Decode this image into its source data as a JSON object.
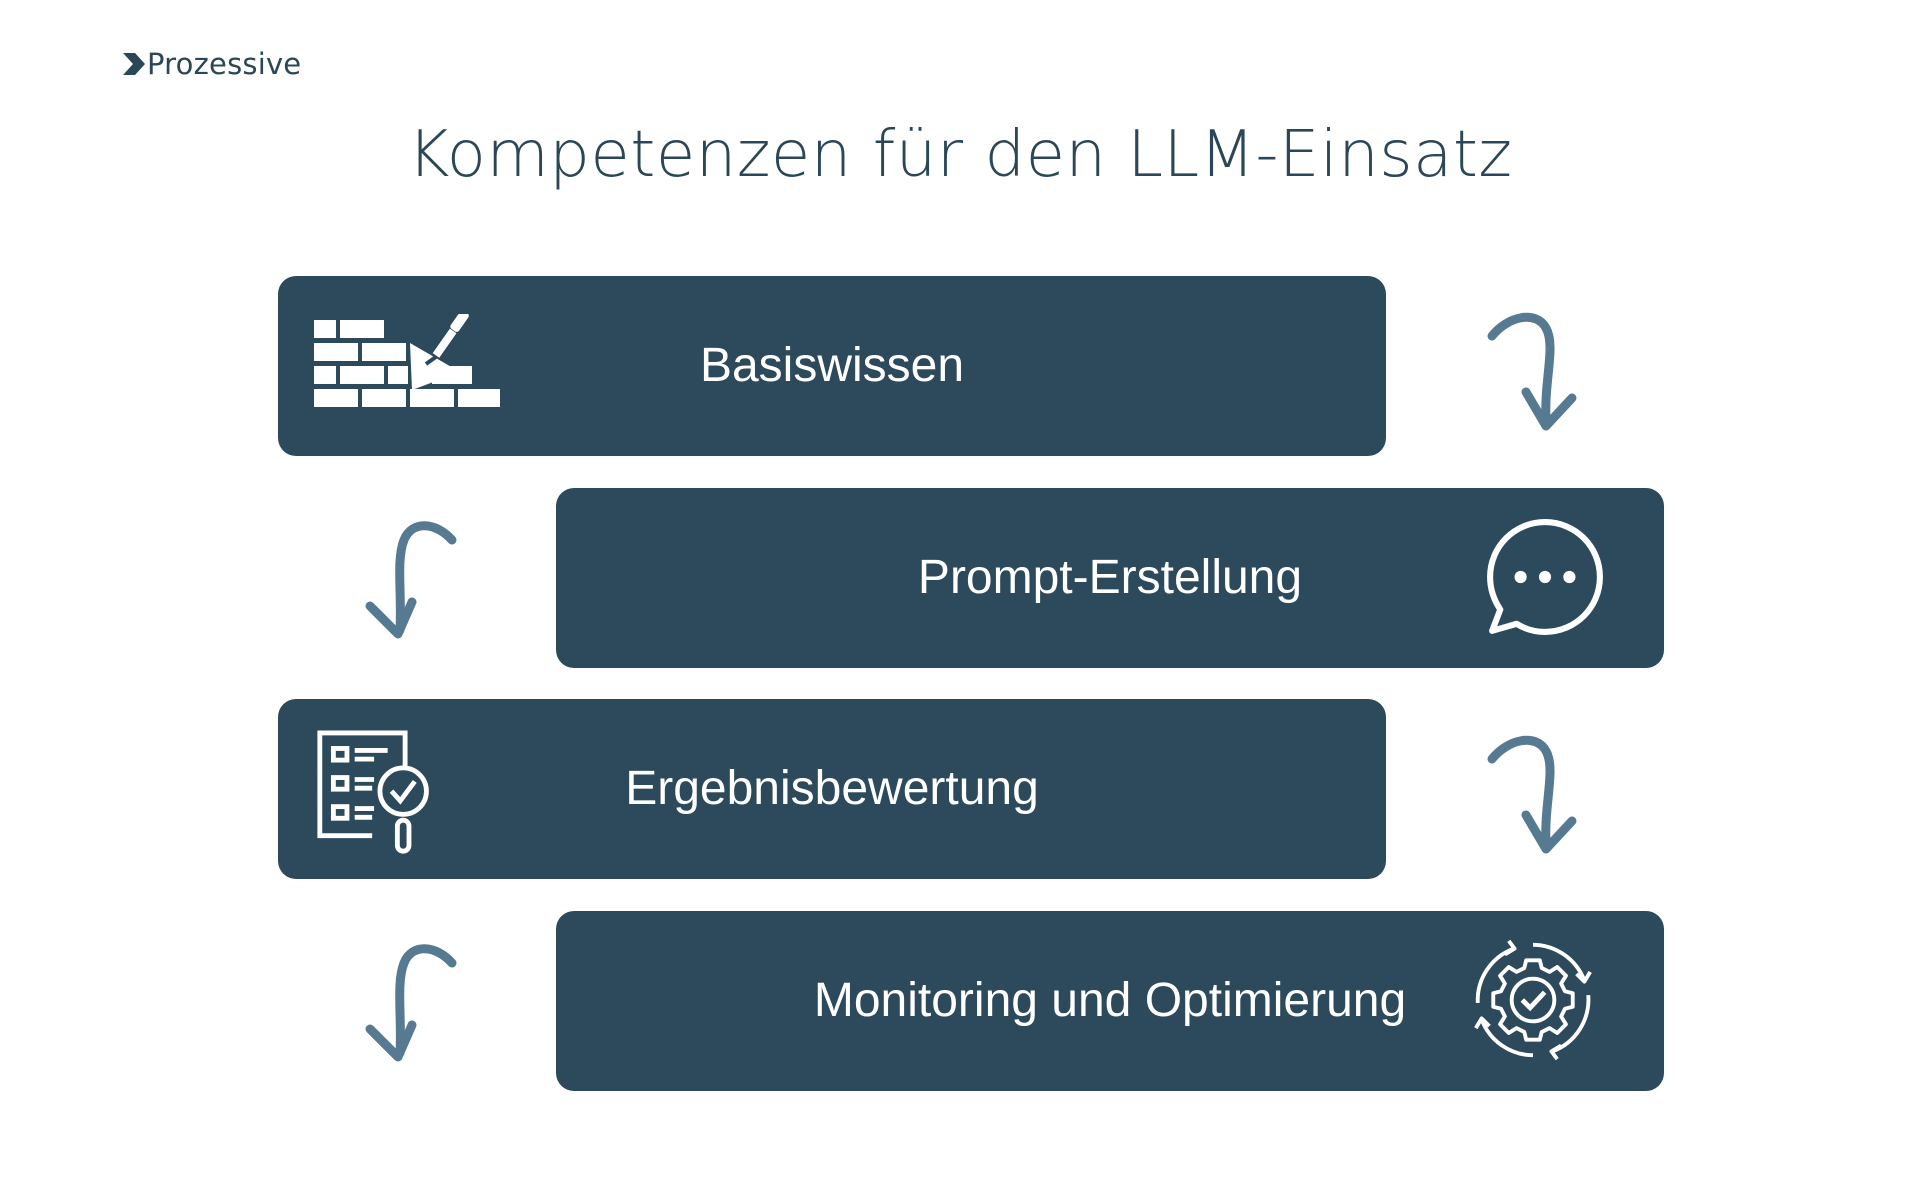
{
  "brand": {
    "name": "Prozessive"
  },
  "title": "Kompetenzen für den LLM-Einsatz",
  "colors": {
    "box": "#2c4a5b",
    "title": "#2b4757",
    "arrow": "#557a91",
    "text_on_box": "#ffffff"
  },
  "steps": [
    {
      "label": "Basiswissen",
      "icon": "brick-wall-trowel-icon"
    },
    {
      "label": "Prompt-Erstellung",
      "icon": "chat-bubble-icon"
    },
    {
      "label": "Ergebnisbewertung",
      "icon": "checklist-magnifier-icon"
    },
    {
      "label": "Monitoring und Optimierung",
      "icon": "gear-check-cycle-icon"
    }
  ]
}
